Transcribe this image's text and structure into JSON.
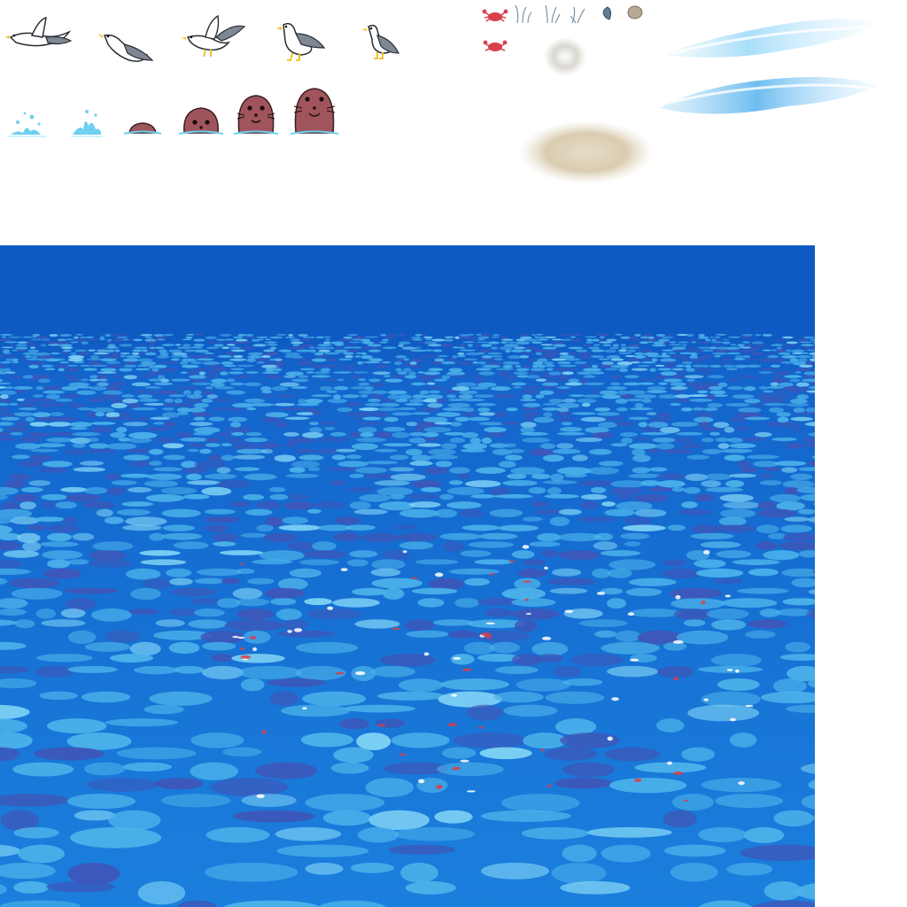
{
  "sheet": {
    "gull_frames": [
      "flying",
      "gliding",
      "flapping",
      "landing",
      "standing"
    ],
    "seal_frames": [
      "splash-small",
      "splash-large",
      "head-top",
      "head-eyes",
      "head-half",
      "head-full"
    ],
    "props": [
      "crab-walk-1",
      "crab-walk-2",
      "grass-tuft-1",
      "grass-tuft-2",
      "grass-tuft-3",
      "seashell",
      "pebble",
      "foam-puff",
      "sand-patch",
      "wave-crest-top",
      "wave-crest-bottom"
    ]
  },
  "colors": {
    "sea_deep": "#0e5ac3",
    "sea_mid": "#1572d6",
    "sea_light": "#4cb3ea",
    "sea_highlight": "#7fd3f5",
    "sea_dark_patch": "#3e56b8",
    "gull_body": "#ffffff",
    "gull_wing": "#7f8794",
    "gull_beak": "#f2c230",
    "seal_body": "#a0555d",
    "seal_outline": "#3a1e22",
    "crab": "#d8404a",
    "splash": "#6fd0f0"
  }
}
